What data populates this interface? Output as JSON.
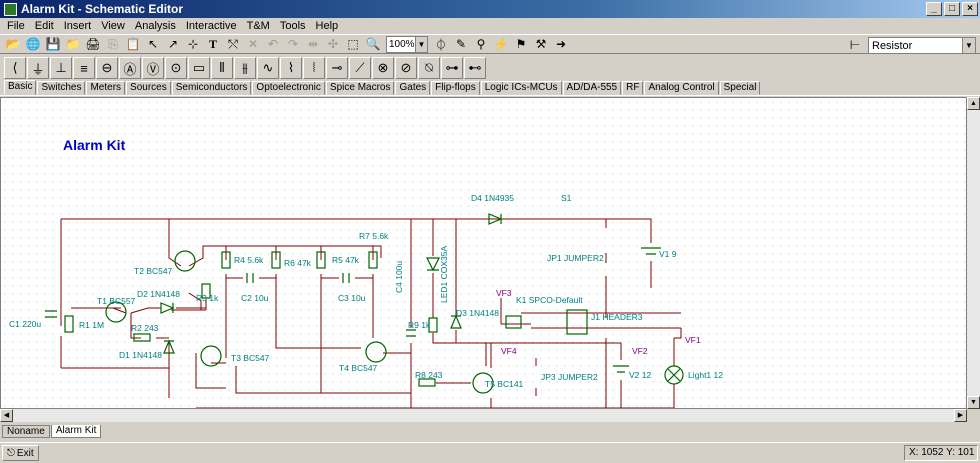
{
  "window": {
    "title": "Alarm Kit - Schematic Editor"
  },
  "menu": [
    "File",
    "Edit",
    "Insert",
    "View",
    "Analysis",
    "Interactive",
    "T&M",
    "Tools",
    "Help"
  ],
  "toolbar": {
    "zoom_value": "100%",
    "component_value": "Resistor"
  },
  "tabs": [
    "Basic",
    "Switches",
    "Meters",
    "Sources",
    "Semiconductors",
    "Optoelectronic",
    "Spice Macros",
    "Gates",
    "Flip-flops",
    "Logic ICs-MCUs",
    "AD/DA-555",
    "RF",
    "Analog Control",
    "Special"
  ],
  "schematic": {
    "title": "Alarm Kit",
    "labels": {
      "t2": "T2 BC547",
      "t1": "T1 BC557",
      "d2": "D2 1N4148",
      "r3": "R3 1k",
      "r4": "R4 5.6k",
      "r6": "R6 47k",
      "r5": "R5 47k",
      "r7": "R7 5.6k",
      "c2": "C2 10u",
      "c3": "C3 10u",
      "c4": "C4 100u",
      "c1": "C1 220u",
      "r1": "R1 1M",
      "r2": "R2 243",
      "d1": "D1 1N4148",
      "t3": "T3 BC547",
      "t4": "T4 BC547",
      "led1": "LED1 COX35A",
      "d4": "D4 1N4935",
      "s1": "S1",
      "jp1": "JP1 JUMPER2",
      "v1": "V1 9",
      "vf3": "VF3",
      "k1": "K1 SPCO-Default",
      "j1": "J1 HEADER3",
      "d3": "D3 1N4148",
      "r9": "R9 1k",
      "vf1": "VF1",
      "vf4": "VF4",
      "vf2": "VF2",
      "r8": "R8 243",
      "t5": "T5 BC141",
      "jp3": "JP3 JUMPER2",
      "v2": "V2 12",
      "light1": "Light1 12"
    }
  },
  "doc_tabs": [
    "Noname",
    "Alarm Kit"
  ],
  "status": {
    "exit_label": "Exit",
    "coords": "X: 1052 Y: 101"
  },
  "colors": {
    "title_blue": "#0000cc",
    "label_teal": "#008080",
    "probe_purple": "#800080",
    "wire": "#800000",
    "component": "#006400"
  }
}
